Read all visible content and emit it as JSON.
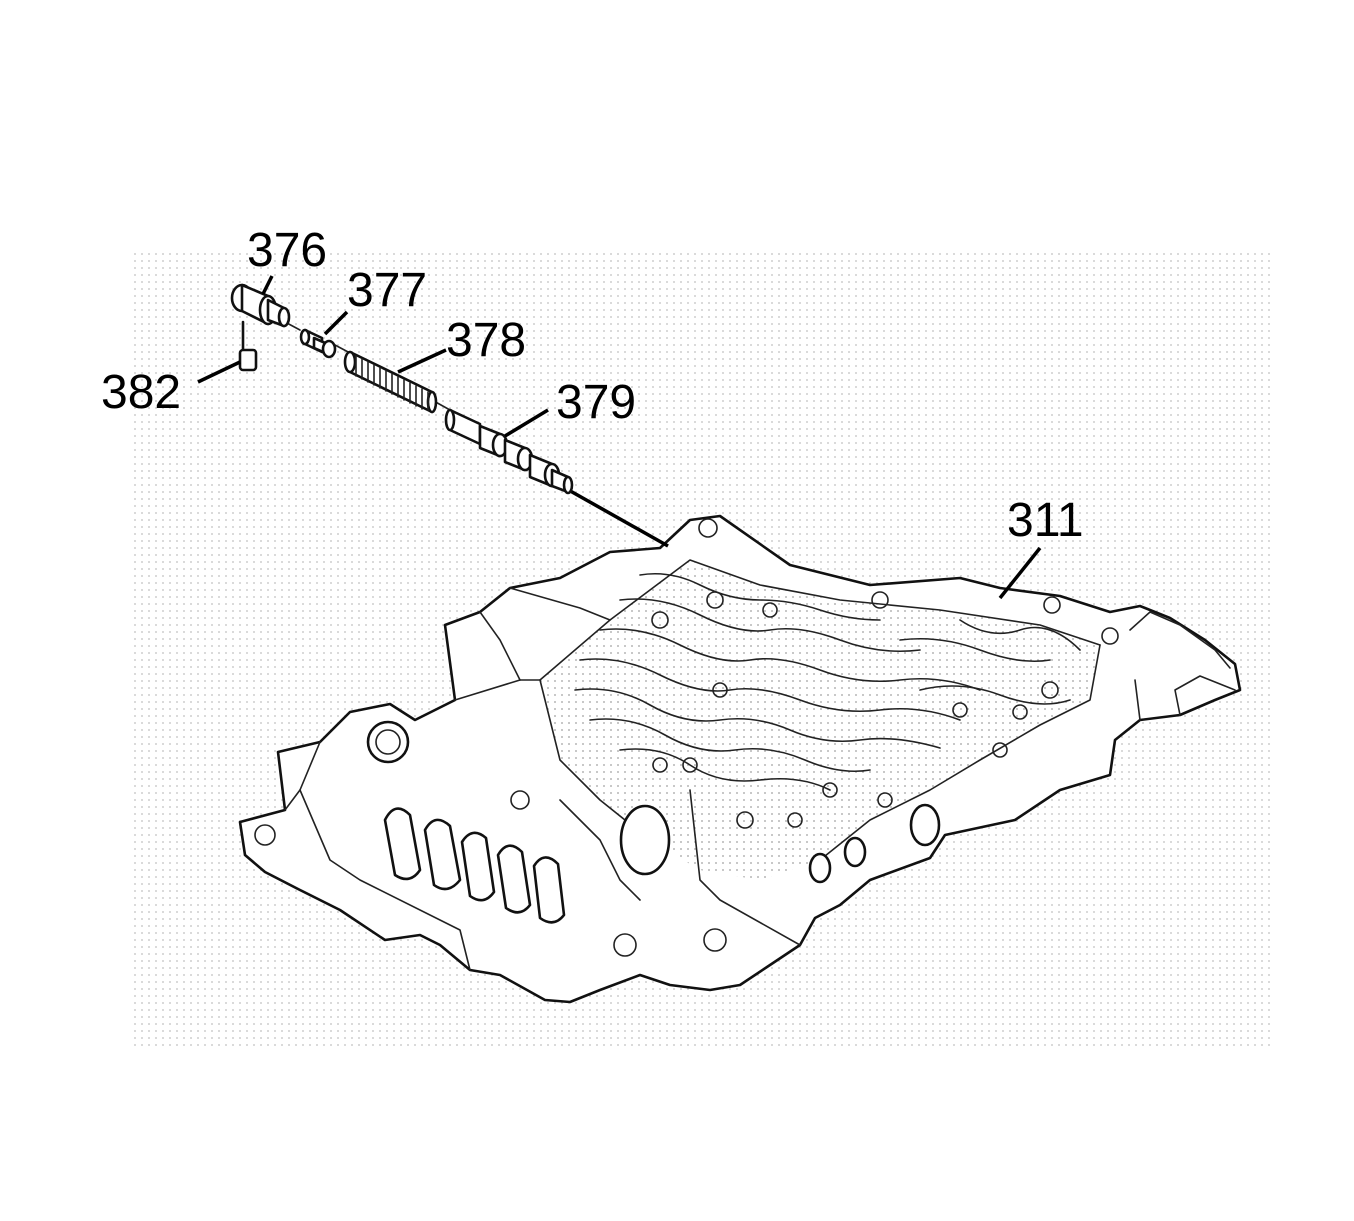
{
  "diagram": {
    "callouts": [
      {
        "id": "376",
        "label": "376"
      },
      {
        "id": "377",
        "label": "377"
      },
      {
        "id": "378",
        "label": "378"
      },
      {
        "id": "379",
        "label": "379"
      },
      {
        "id": "382",
        "label": "382"
      },
      {
        "id": "311",
        "label": "311"
      }
    ]
  }
}
